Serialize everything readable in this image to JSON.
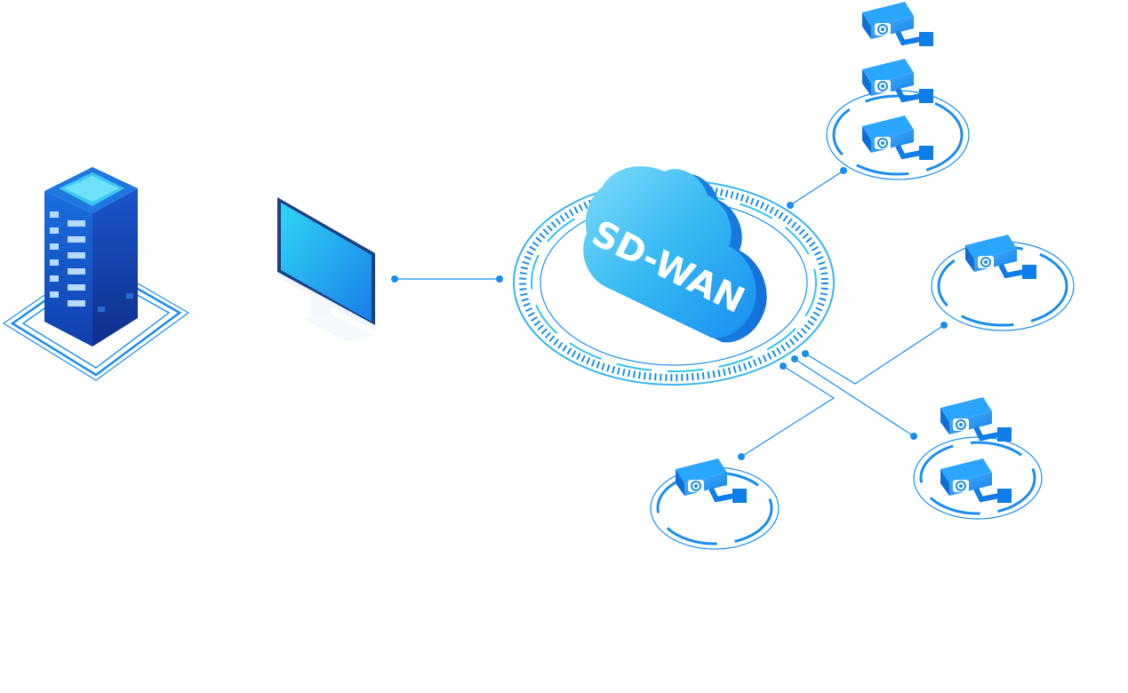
{
  "diagram": {
    "cloud_label": "SD-WAN",
    "nodes": [
      {
        "id": "server",
        "icon": "server-rack-icon"
      },
      {
        "id": "monitor",
        "icon": "monitor-icon"
      },
      {
        "id": "cloud",
        "icon": "cloud-icon"
      },
      {
        "id": "camera-cluster-top",
        "icon": "cctv-camera-icon",
        "camera_count": 3
      },
      {
        "id": "camera-cluster-right",
        "icon": "cctv-camera-icon",
        "camera_count": 1
      },
      {
        "id": "camera-cluster-bottom-right",
        "icon": "cctv-camera-icon",
        "camera_count": 2
      },
      {
        "id": "camera-cluster-bottom",
        "icon": "cctv-camera-icon",
        "camera_count": 1
      }
    ],
    "links": [
      {
        "from": "monitor",
        "to": "cloud"
      },
      {
        "from": "cloud",
        "to": "camera-cluster-top"
      },
      {
        "from": "cloud",
        "to": "camera-cluster-right"
      },
      {
        "from": "cloud",
        "to": "camera-cluster-bottom-right"
      },
      {
        "from": "cloud",
        "to": "camera-cluster-bottom"
      }
    ],
    "colors": {
      "primary": "#1a8ef0",
      "accent": "#2fc4f2",
      "dark": "#0f3a9e",
      "line": "#1a8ef0"
    }
  }
}
